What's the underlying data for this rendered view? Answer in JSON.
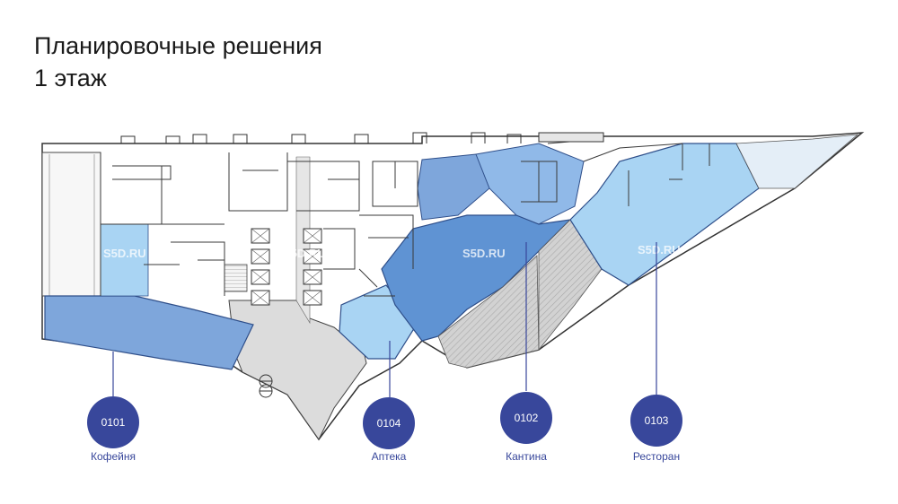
{
  "title": {
    "line1": "Планировочные решения",
    "line2": "1 этаж"
  },
  "watermark": "S5D.RU",
  "colors": {
    "marker": "#38479b",
    "unit_dark": "#7ea6db",
    "unit_mid": "#5f93d3",
    "unit_light": "#a9d4f3",
    "common_area": "#dcdcdc",
    "hatched_area": "#c7c7c7",
    "walls": "#3a3a3a"
  },
  "units": [
    {
      "id": "0101",
      "name": "Кофейня"
    },
    {
      "id": "0104",
      "name": "Аптека"
    },
    {
      "id": "0102",
      "name": "Кантина"
    },
    {
      "id": "0103",
      "name": "Ресторан"
    }
  ]
}
